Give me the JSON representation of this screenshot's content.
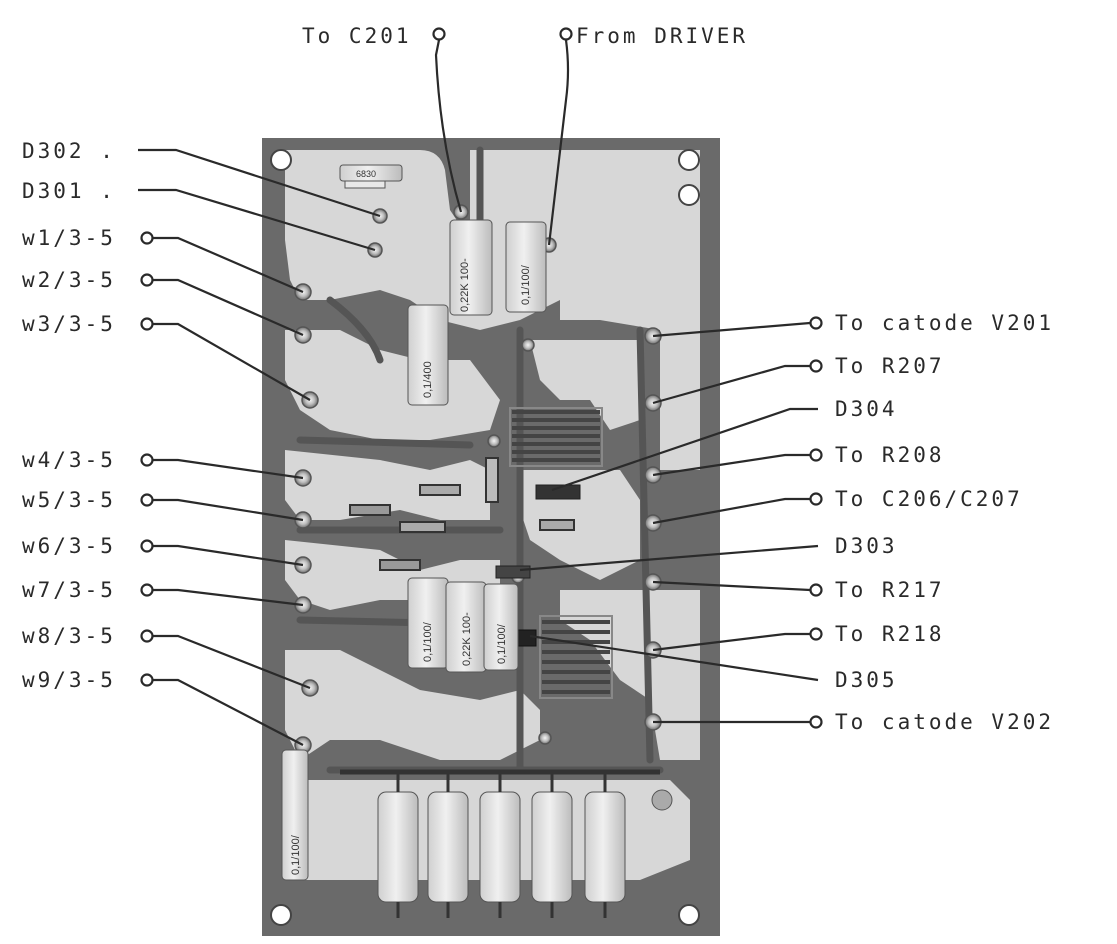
{
  "top_labels": {
    "to_c201": "To C201",
    "from_driver": "From DRIVER"
  },
  "left_labels": [
    {
      "id": "d302",
      "text": "D302 ."
    },
    {
      "id": "d301",
      "text": "D301 ."
    },
    {
      "id": "w1",
      "text": "w1/3-5"
    },
    {
      "id": "w2",
      "text": "w2/3-5"
    },
    {
      "id": "w3",
      "text": "w3/3-5"
    },
    {
      "id": "w4",
      "text": "w4/3-5"
    },
    {
      "id": "w5",
      "text": "w5/3-5"
    },
    {
      "id": "w6",
      "text": "w6/3-5"
    },
    {
      "id": "w7",
      "text": "w7/3-5"
    },
    {
      "id": "w8",
      "text": "w8/3-5"
    },
    {
      "id": "w9",
      "text": "w9/3-5"
    }
  ],
  "right_labels": [
    {
      "id": "to-catode-v201",
      "text": "To catode V201"
    },
    {
      "id": "to-r207",
      "text": "To R207"
    },
    {
      "id": "d304",
      "text": "D304"
    },
    {
      "id": "to-r208",
      "text": "To R208"
    },
    {
      "id": "to-c206-c207",
      "text": "To C206/C207"
    },
    {
      "id": "d303",
      "text": "D303"
    },
    {
      "id": "to-r217",
      "text": "To R217"
    },
    {
      "id": "to-r218",
      "text": "To R218"
    },
    {
      "id": "d305",
      "text": "D305"
    },
    {
      "id": "to-catode-v202",
      "text": "To catode V202"
    }
  ],
  "component_markings": {
    "cap_a": "0,22K 100-",
    "cap_b": "0,1/100/",
    "cap_c": "0,1/400",
    "cap_d": "0,1/100/",
    "cap_e": "0,22K 100-",
    "cap_f": "0,1/100/",
    "cap_g": "0,1/100/",
    "cap_top": "6830"
  }
}
